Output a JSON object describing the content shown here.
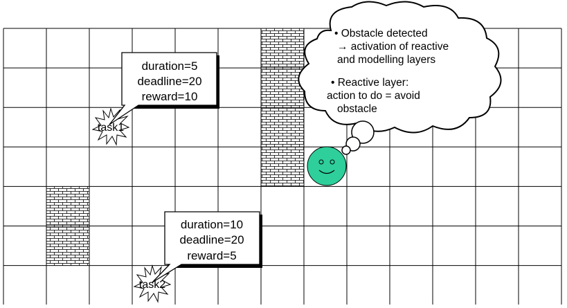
{
  "grid": {
    "cols": 13,
    "rows": 7,
    "line_color": "#000000"
  },
  "obstacles": [
    {
      "col": 6,
      "row": 0,
      "span": 4
    },
    {
      "col": 1,
      "row": 4,
      "span": 2
    }
  ],
  "tasks": [
    {
      "label": "task1",
      "callout_lines": [
        "duration=5",
        "deadline=20",
        "reward=10"
      ]
    },
    {
      "label": "task2",
      "callout_lines": [
        "duration=10",
        "deadline=20",
        "reward=5"
      ]
    }
  ],
  "agent": {
    "color": "#2ecf9b",
    "icon": "smiley-face-icon"
  },
  "thought_bubble": {
    "bullet_1": [
      "• Obstacle detected",
      "→ activation of reactive",
      "and modelling layers"
    ],
    "bullet_2": [
      "• Reactive layer:",
      "action to do = avoid",
      "obstacle"
    ]
  }
}
